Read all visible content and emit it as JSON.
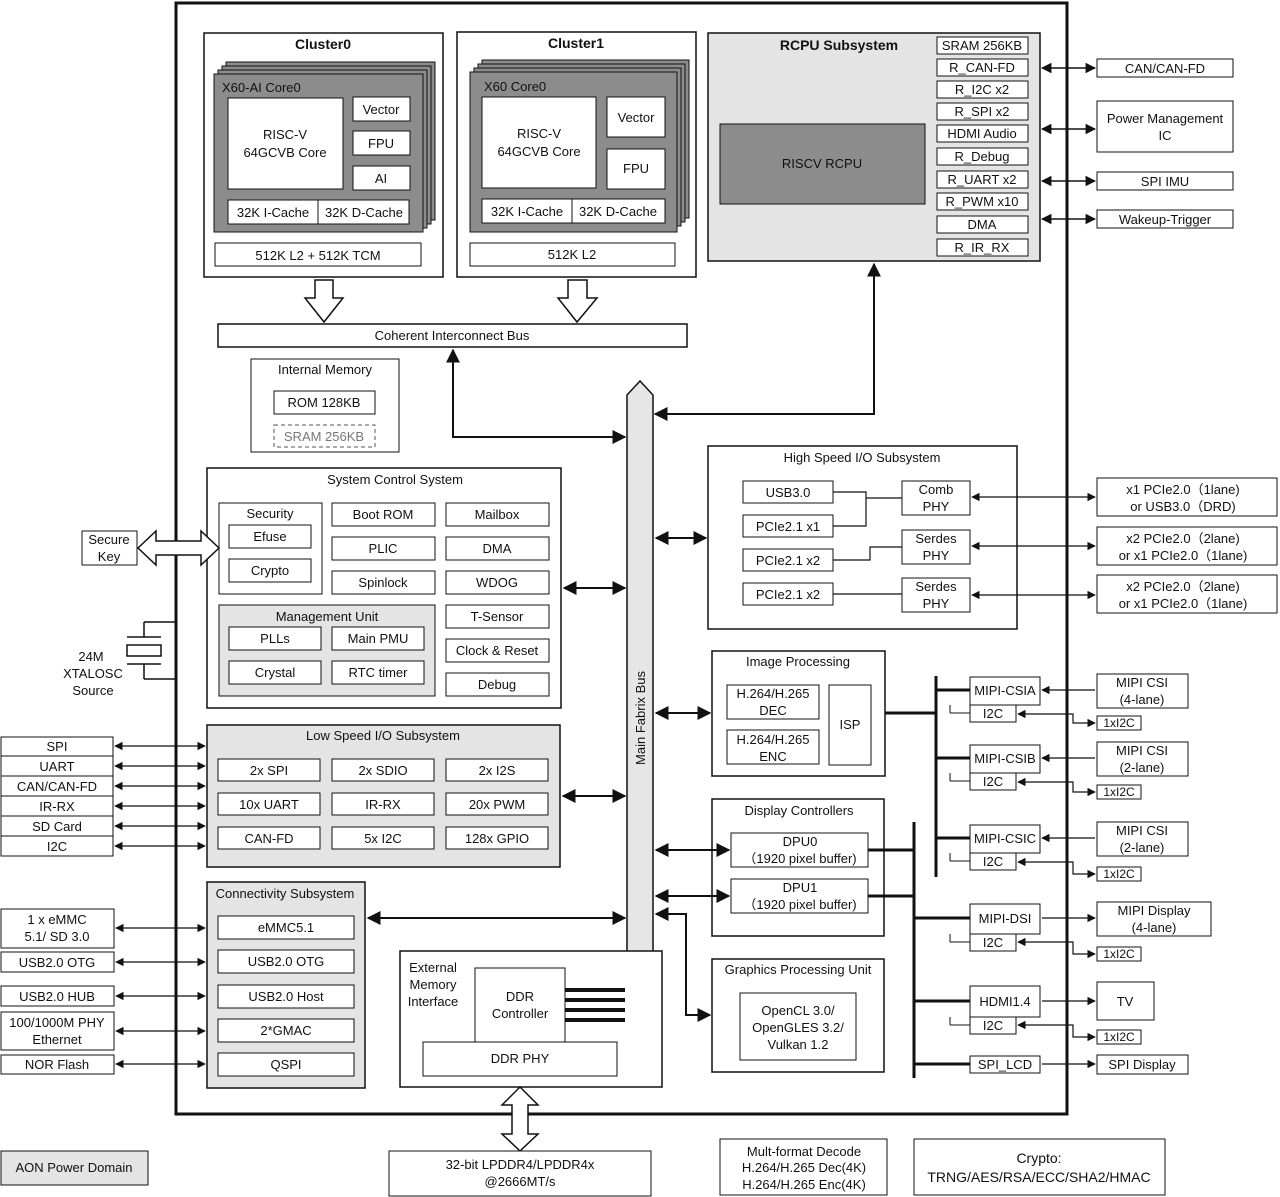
{
  "soc": {
    "cluster0": {
      "title": "Cluster0",
      "core": "X60-AI Core0",
      "cpu": [
        "RISC-V",
        "64GCVB Core"
      ],
      "vector": "Vector",
      "fpu": "FPU",
      "ai": "AI",
      "icache": "32K I-Cache",
      "dcache": "32K D-Cache",
      "l2": "512K L2 + 512K TCM"
    },
    "cluster1": {
      "title": "Cluster1",
      "core": "X60 Core0",
      "cpu": [
        "RISC-V",
        "64GCVB Core"
      ],
      "vector": "Vector",
      "fpu": "FPU",
      "icache": "32K I-Cache",
      "dcache": "32K D-Cache",
      "l2": "512K L2"
    },
    "rcpu": {
      "title": "RCPU Subsystem",
      "core": "RISCV RCPU",
      "items": [
        "SRAM 256KB",
        "R_CAN-FD",
        "R_I2C x2",
        "R_SPI x2",
        "HDMI Audio",
        "R_Debug",
        "R_UART x2",
        "R_PWM x10",
        "DMA",
        "R_IR_RX"
      ]
    },
    "coherent_bus": "Coherent Interconnect Bus",
    "internal_memory": {
      "title": "Internal Memory",
      "rom": "ROM 128KB",
      "sram": "SRAM 256KB"
    },
    "main_bus": "Main Fabrix Bus",
    "system_control": {
      "title": "System Control System",
      "security": "Security",
      "efuse": "Efuse",
      "crypto": "Crypto",
      "boot_rom": "Boot ROM",
      "mailbox": "Mailbox",
      "plic": "PLIC",
      "dma": "DMA",
      "spinlock": "Spinlock",
      "wdog": "WDOG",
      "tsensor": "T-Sensor",
      "clock_reset": "Clock & Reset",
      "debug": "Debug",
      "mgmt": {
        "title": "Management Unit",
        "plls": "PLLs",
        "main_pmu": "Main PMU",
        "crystal": "Crystal",
        "rtc": "RTC timer"
      }
    },
    "low_speed": {
      "title": "Low Speed I/O Subsystem",
      "items": [
        "2x SPI",
        "2x SDIO",
        "2x I2S",
        "10x UART",
        "IR-RX",
        "20x PWM",
        "CAN-FD",
        "5x I2C",
        "128x GPIO"
      ]
    },
    "connectivity": {
      "title": "Connectivity Subsystem",
      "items": [
        "eMMC5.1",
        "USB2.0 OTG",
        "USB2.0 Host",
        "2*GMAC",
        "QSPI"
      ]
    },
    "ext_mem": {
      "title": [
        "External",
        "Memory",
        "Interface"
      ],
      "ddr_ctrl": [
        "DDR",
        "Controller"
      ],
      "ddr_phy": "DDR PHY"
    },
    "high_speed": {
      "title": "High Speed I/O Subsystem",
      "usb3": "USB3.0",
      "pcie1": "PCIe2.1 x1",
      "pcie2a": "PCIe2.1 x2",
      "pcie2b": "PCIe2.1 x2",
      "comb": [
        "Comb",
        "PHY"
      ],
      "serdes1": [
        "Serdes",
        "PHY"
      ],
      "serdes2": [
        "Serdes",
        "PHY"
      ]
    },
    "image": {
      "title": "Image Processing",
      "dec": [
        "H.264/H.265",
        "DEC"
      ],
      "enc": [
        "H.264/H.265",
        "ENC"
      ],
      "isp": "ISP"
    },
    "display": {
      "title": "Display Controllers",
      "dpu0": [
        "DPU0",
        "（1920 pixel buffer)"
      ],
      "dpu1": [
        "DPU1",
        "（1920 pixel buffer)"
      ]
    },
    "gpu": {
      "title": "Graphics Processing Unit",
      "api": [
        "OpenCL 3.0/",
        "OpenGLES 3.2/",
        "Vulkan 1.2"
      ]
    },
    "mipi_blocks": {
      "csia": "MIPI-CSIA",
      "csib": "MIPI-CSIB",
      "csic": "MIPI-CSIC",
      "dsi": "MIPI-DSI",
      "hdmi": "HDMI1.4",
      "spi_lcd": "SPI_LCD",
      "i2c": "I2C"
    }
  },
  "external": {
    "right_rcpu": [
      "CAN/CAN-FD",
      [
        "Power Management",
        "IC"
      ],
      "SPI IMU",
      "Wakeup-Trigger"
    ],
    "pcie": [
      [
        "x1 PCIe2.0（1lane)",
        "or USB3.0（DRD)"
      ],
      [
        "x2 PCIe2.0（2lane)",
        "or x1 PCIe2.0（1lane)"
      ],
      [
        "x2 PCIe2.0（2lane)",
        "or x1 PCIe2.0（1lane)"
      ]
    ],
    "mipi_csi": [
      [
        "MIPI CSI",
        "(4-lane)"
      ],
      [
        "MIPI CSI",
        "(2-lane)"
      ],
      [
        "MIPI CSI",
        "(2-lane)"
      ]
    ],
    "mipi_display": [
      "MIPI Display",
      "(4-lane)"
    ],
    "tv": "TV",
    "spi_display": "SPI Display",
    "i2c_ext": "1xI2C",
    "secure_key": [
      "Secure",
      "Key"
    ],
    "xtal": [
      "24M",
      "XTALOSC",
      "Source"
    ],
    "low_speed_left": [
      "SPI",
      "UART",
      "CAN/CAN-FD",
      "IR-RX",
      "SD Card",
      "I2C"
    ],
    "conn_left": [
      [
        "1 x eMMC",
        "5.1/ SD 3.0"
      ],
      "USB2.0 OTG",
      "USB2.0 HUB",
      [
        "100/1000M PHY",
        "Ethernet"
      ],
      "NOR Flash"
    ],
    "ddr": [
      "32-bit LPDDR4/LPDDR4x",
      "@2666MT/s"
    ]
  },
  "legend": {
    "aon": "AON Power Domain",
    "codec": [
      "Mult-format Decode",
      "H.264/H.265 Dec(4K)",
      "H.264/H.265 Enc(4K)"
    ],
    "crypto": [
      "Crypto:",
      "TRNG/AES/RSA/ECC/SHA2/HMAC"
    ]
  },
  "colors": {
    "line": "#111111",
    "core_grey": "#8c8c8c",
    "aon_grey": "#e4e4e4",
    "bus_grey": "#e6e6e6",
    "dashed_text": "#777777"
  }
}
